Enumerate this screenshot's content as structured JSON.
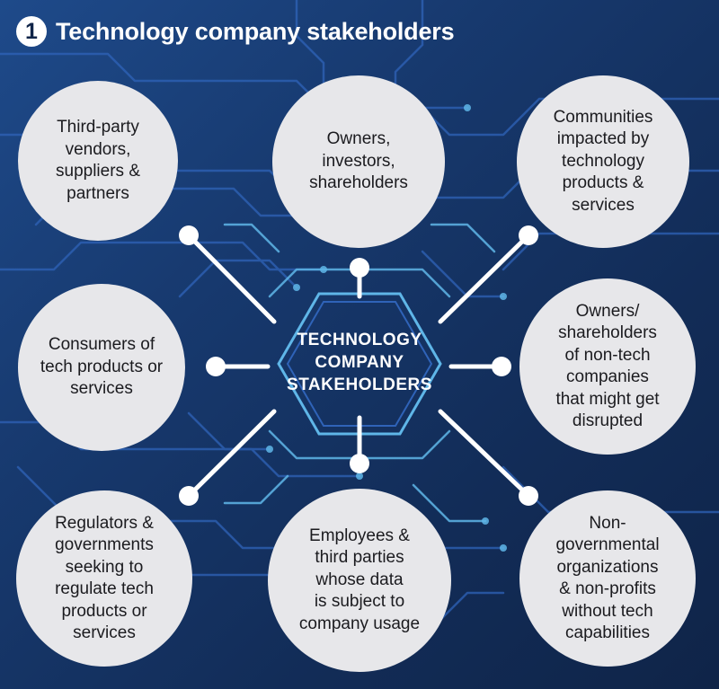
{
  "header": {
    "number": "1",
    "title": "Technology company stakeholders"
  },
  "center": {
    "label": "TECHNOLOGY\nCOMPANY\nSTAKEHOLDERS"
  },
  "stakeholders": [
    {
      "id": "vendors",
      "label": "Third-party\nvendors,\nsuppliers &\npartners"
    },
    {
      "id": "owners",
      "label": "Owners,\ninvestors,\nshareholders"
    },
    {
      "id": "communities",
      "label": "Communities\nimpacted by\ntechnology\nproducts &\nservices"
    },
    {
      "id": "consumers",
      "label": "Consumers of\ntech products or\nservices"
    },
    {
      "id": "nontech-owners",
      "label": "Owners/\nshareholders\nof non-tech\ncompanies\nthat might get\ndisrupted"
    },
    {
      "id": "regulators",
      "label": "Regulators &\ngovernments\nseeking to\nregulate tech\nproducts or\nservices"
    },
    {
      "id": "employees",
      "label": "Employees &\nthird parties\nwhose data\nis subject to\ncompany usage"
    },
    {
      "id": "ngos",
      "label": "Non-\ngovernmental\norganizations\n& non-profits\nwithout tech\ncapabilities"
    }
  ],
  "colors": {
    "background": "#17396e",
    "circle_fill": "#e7e7ea",
    "circuit_dark": "#2f63b8",
    "circuit_light": "#5fb6e8",
    "connector": "#ffffff"
  }
}
